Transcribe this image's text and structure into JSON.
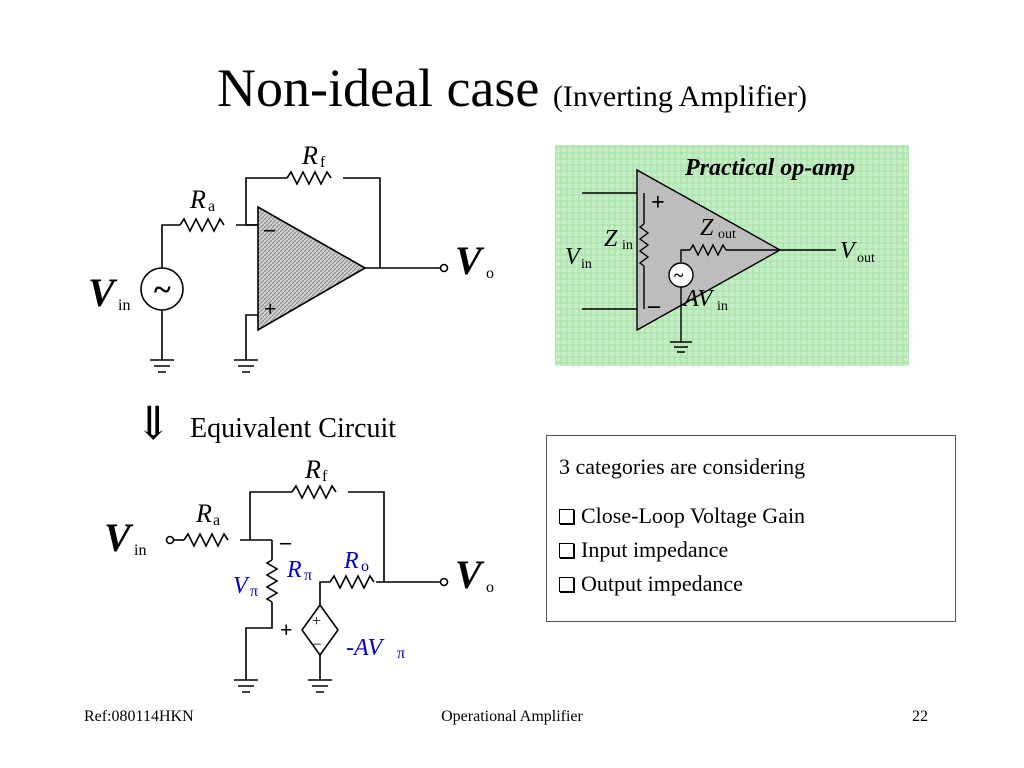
{
  "slide": {
    "title": "Non-ideal case",
    "subtitle": "(Inverting Amplifier)",
    "equivalent_label": "Equivalent Circuit",
    "arrow_symbol": "⇓"
  },
  "top_circuit": {
    "rf_main": "R",
    "rf_sub": "f",
    "ra_main": "R",
    "ra_sub": "a",
    "vin_main": "V",
    "vin_sub": "in",
    "vo_main": "V",
    "vo_sub": "o",
    "minus": "–",
    "plus": "+",
    "source_symbol": "~"
  },
  "practical": {
    "title": "Practical op-amp",
    "zin_main": "Z",
    "zin_sub": "in",
    "zout_main": "Z",
    "zout_sub": "out",
    "vin_main": "V",
    "vin_sub": "in",
    "vout_main": "V",
    "vout_sub": "out",
    "avin_main": "AV",
    "avin_sub": "in",
    "plus": "+",
    "minus": "–",
    "source_symbol": "~",
    "bg_color": "#c8f0c8"
  },
  "bottom_circuit": {
    "rf_main": "R",
    "rf_sub": "f",
    "ra_main": "R",
    "ra_sub": "a",
    "vin_main": "V",
    "vin_sub": "in",
    "vo_main": "V",
    "vo_sub": "o",
    "rpi_main": "R",
    "rpi_sub": "π",
    "ro_main": "R",
    "ro_sub": "o",
    "vpi_main": "V",
    "vpi_sub": "π",
    "gain_label_main": "-AV",
    "gain_label_sub": "π",
    "minus": "–",
    "plus": "+",
    "accent_color": "#0000cc"
  },
  "categories_box": {
    "heading": "3 categories are considering",
    "items": [
      "Close-Loop Voltage Gain",
      "Input impedance",
      "Output impedance"
    ]
  },
  "footer": {
    "ref": "Ref:080114HKN",
    "topic": "Operational Amplifier",
    "page": "22"
  }
}
